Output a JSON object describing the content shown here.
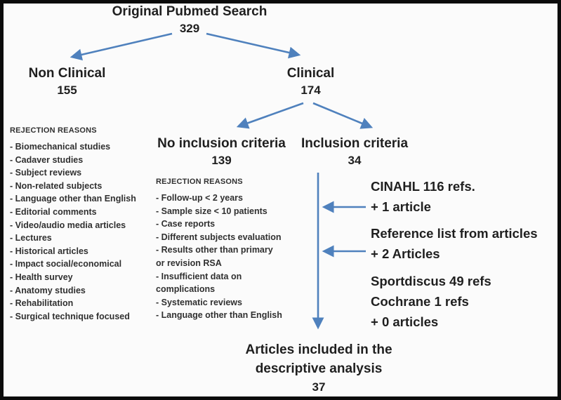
{
  "colors": {
    "arrow": "#4f81bd",
    "text": "#1f1f1f",
    "list_text": "#303030",
    "border": "#0b0b0b",
    "background": "#fbfbfb"
  },
  "nodes": {
    "root": {
      "label": "Original Pubmed Search",
      "count": "329"
    },
    "non_clinical": {
      "label": "Non Clinical",
      "count": "155"
    },
    "clinical": {
      "label": "Clinical",
      "count": "174"
    },
    "no_inclusion": {
      "label": "No inclusion criteria",
      "count": "139"
    },
    "inclusion": {
      "label": "Inclusion criteria",
      "count": "34"
    },
    "final": {
      "label_line1": "Articles included in the",
      "label_line2": "descriptive analysis",
      "count": "37"
    }
  },
  "non_clinical_rejections": {
    "header": "REJECTION REASONS",
    "items": [
      "- Biomechanical studies",
      "- Cadaver studies",
      "- Subject reviews",
      "- Non-related subjects",
      "- Language other than English",
      "- Editorial comments",
      "- Video/audio media articles",
      "- Lectures",
      "- Historical articles",
      "- Impact social/economical",
      "- Health survey",
      "- Anatomy studies",
      "- Rehabilitation",
      "- Surgical technique focused"
    ]
  },
  "no_inclusion_rejections": {
    "header": "REJECTION REASONS",
    "lines": [
      "- Follow-up < 2 years",
      "- Sample size < 10 patients",
      "- Case reports",
      "- Different subjects evaluation",
      "- Results other than primary",
      "or revision RSA",
      "- Insufficient data on",
      "complications",
      "- Systematic reviews",
      "- Language other than English"
    ]
  },
  "additional_sources": [
    {
      "lines": [
        "CINAHL 116 refs.",
        "+ 1 article"
      ]
    },
    {
      "lines": [
        "Reference list from articles",
        "+ 2 Articles"
      ]
    },
    {
      "lines": [
        "Sportdiscus 49 refs",
        "Cochrane 1 refs",
        "+ 0 articles"
      ]
    }
  ]
}
